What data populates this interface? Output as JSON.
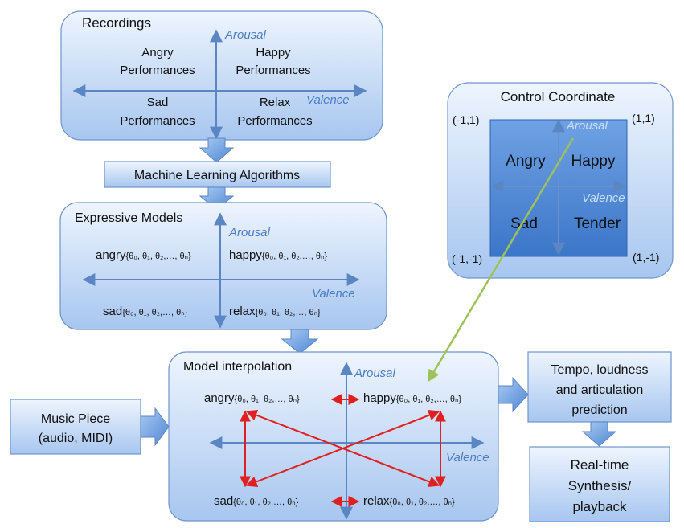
{
  "colors": {
    "box_fill_top": "#eaf2fd",
    "box_fill_bottom": "#a9c8f0",
    "box_stroke": "#6f95cc",
    "axis": "#5b86c4",
    "interp_arrow": "#e02020",
    "control_arrow": "#9dc25a",
    "control_square": "#4f88d6"
  },
  "recordings": {
    "title": "Recordings",
    "arousal": "Arousal",
    "valence": "Valence",
    "q_angry": [
      "Angry",
      "Performances"
    ],
    "q_happy": [
      "Happy",
      "Performances"
    ],
    "q_sad": [
      "Sad",
      "Performances"
    ],
    "q_relax": [
      "Relax",
      "Performances"
    ]
  },
  "ml": {
    "label": "Machine Learning Algorithms"
  },
  "expressive": {
    "title": "Expressive Models",
    "arousal": "Arousal",
    "valence": "Valence",
    "params": "{θ₀, θ₁, θ₂,…, θₙ}",
    "angry": "angry",
    "happy": "happy",
    "sad": "sad",
    "relax": "relax"
  },
  "control": {
    "title": "Control Coordinate",
    "arousal": "Arousal",
    "valence": "Valence",
    "angry": "Angry",
    "happy": "Happy",
    "sad": "Sad",
    "tender": "Tender",
    "c_tl": "(-1,1)",
    "c_tr": "(1,1)",
    "c_bl": "(-1,-1)",
    "c_br": "(1,-1)"
  },
  "interp": {
    "title": "Model interpolation",
    "arousal": "Arousal",
    "valence": "Valence",
    "params": "{θ₀, θ₁, θ₂,…, θₙ}",
    "angry": "angry",
    "happy": "happy",
    "sad": "sad",
    "relax": "relax"
  },
  "music": {
    "line1": "Music Piece",
    "line2": "(audio, MIDI)"
  },
  "prediction": {
    "line1": "Tempo, loudness",
    "line2": "and articulation",
    "line3": "prediction"
  },
  "synthesis": {
    "line1": "Real-time",
    "line2": "Synthesis/",
    "line3": "playback"
  }
}
